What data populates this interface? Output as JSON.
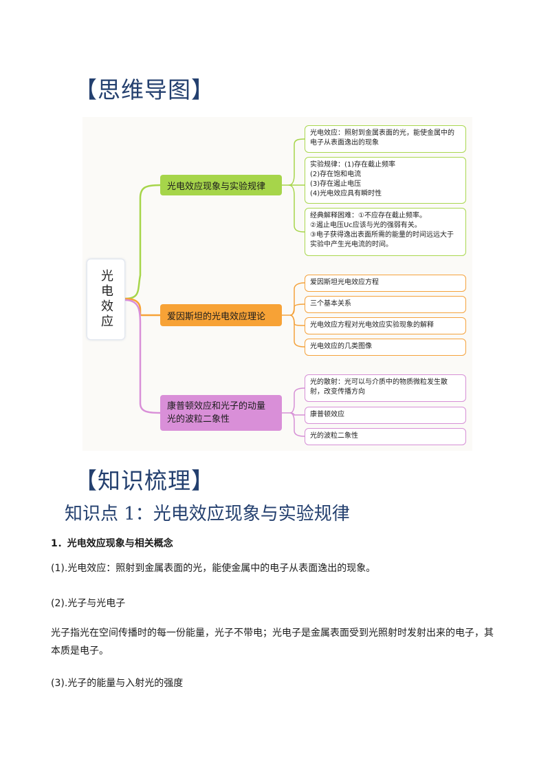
{
  "mindmap_title": "【思维导图】",
  "mindmap": {
    "root": "光电效应",
    "branches": [
      {
        "label": "光电效应现象与实验规律",
        "color": "#a6d54a",
        "leaves": [
          "光电效应：照射到金属表面的光，能使金属中的\n电子从表面逸出的现象",
          "实验规律：(1)存在截止频率\n(2)存在饱和电流\n(3)存在遏止电压\n(4)光电效应具有瞬时性",
          "经典解释困难：①不应存在截止频率。\n②遏止电压Uc应该与光的强弱有关。\n③电子获得逸出表面所需的能量的时间远远大于\n实验中产生光电流的时间。"
        ]
      },
      {
        "label": "爱因斯坦的光电效应理论",
        "color": "#f7a236",
        "leaves": [
          "爱因斯坦光电效应方程",
          "三个基本关系",
          "光电效应方程对光电效应实验现象的解释",
          "光电效应的几类图像"
        ]
      },
      {
        "label": "康普顿效应和光子的动量\n光的波粒二象性",
        "color": "#d98fd8",
        "leaves": [
          "光的散射：光可以与介质中的物质微粒发生散\n射，改变传播方向",
          "康普顿效应",
          "光的波粒二象性"
        ]
      }
    ]
  },
  "knowledge_title": "【知识梳理】",
  "point_title": "知识点 1：光电效应现象与实验规律",
  "section_heading": "1．光电效应现象与相关概念",
  "paragraphs": [
    "(1).光电效应：照射到金属表面的光，能使金属中的电子从表面逸出的现象。",
    "(2).光子与光电子",
    "光子指光在空间传播时的每一份能量，光子不带电；光电子是金属表面受到光照射时发射出来的电子，其本质是电子。",
    "(3).光子的能量与入射光的强度"
  ]
}
